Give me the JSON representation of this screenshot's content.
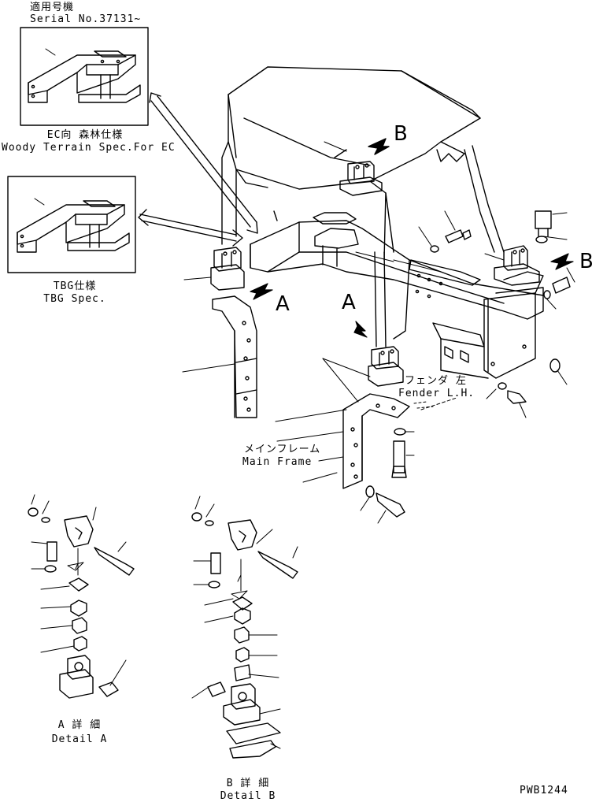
{
  "inset_ec": {
    "title_jp": "適用号機",
    "serial": "Serial No.37131~",
    "caption_jp": "EC向 森林仕様",
    "caption_en": "Woody Terrain Spec.For EC"
  },
  "inset_tbg": {
    "caption_jp": "TBG仕様",
    "caption_en": "TBG Spec."
  },
  "views": {
    "a_top": "A",
    "a_left": "A",
    "b_top": "B",
    "b_right": "B"
  },
  "callouts": {
    "fender_jp": "フェンダ 左",
    "fender_en": "Fender L.H.",
    "main_frame_jp": "メインフレーム",
    "main_frame_en": "Main Frame"
  },
  "details": {
    "a_jp": "A 詳 細",
    "a_en": "Detail A",
    "b_jp": "B 詳 細",
    "b_en": "Detail B"
  },
  "drawing_code": "PWB1244"
}
